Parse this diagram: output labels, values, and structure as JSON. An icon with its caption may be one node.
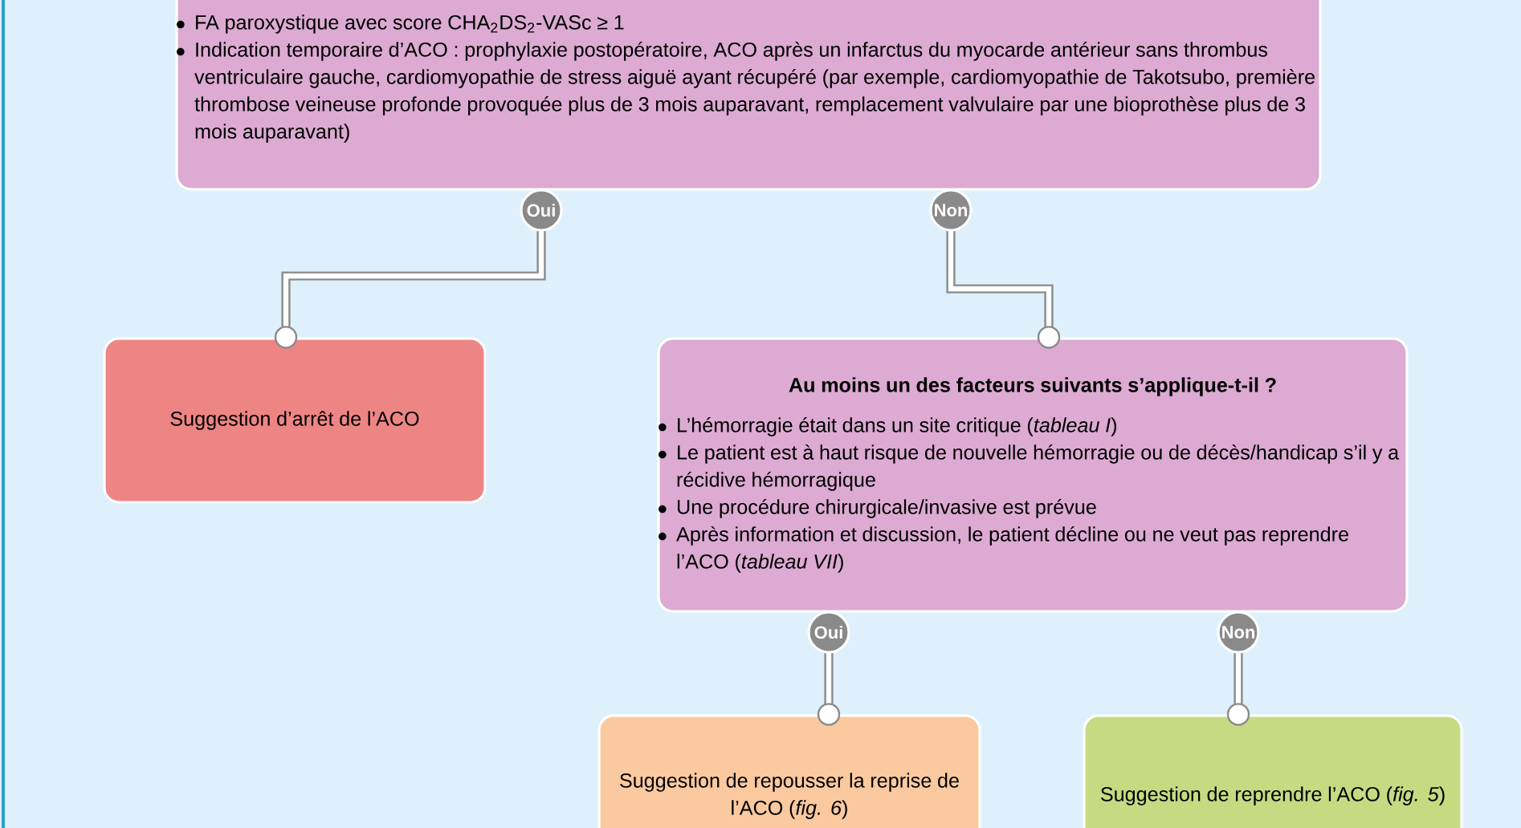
{
  "diagram": {
    "nodes": [
      {
        "text": [
          "FA paroxystique avec score CHA$_{2}$DS$_{2}$-VASc ≥ 1",
          "Indication temporaire d’ACO : prophylaxie postopératoire, ACO après un infarctus du myocarde antérieur sans thrombus ventriculaire gauche, cardiomyopathie de stress aiguë ayant récupéré (par exemple, cardiomyopathie de Takotsubo, première thrombose veineuse profonde provoquée plus de 3 mois auparavant, remplacement valvulaire par une bioprothèse plus de 3 mois auparavant)"
        ]
      },
      {
        "text": [
          "Suggestion d’arrêt de l’ACO"
        ]
      },
      {
        "text": [
          "Au moins un des facteurs suivants s’applique-t-il ?",
          "L’hémorragie était dans un site critique (*tableau I*)",
          "Le patient est à haut risque de nouvelle hémorragie ou de décès/handicap s’il y a récidive hémorragique",
          "Une procédure chirurgicale/invasive est prévue",
          "Après information et discussion, le patient décline ou ne veut pas reprendre l’ACO (*tableau VII*)"
        ]
      },
      {
        "text": [
          "Suggestion de repousser la reprise de l’ACO (*fig. 6*)"
        ]
      },
      {
        "text": [
          "Suggestion de reprendre l’ACO (*fig. 5*)"
        ]
      }
    ],
    "edges": [
      {
        "from": 0,
        "to": 1,
        "arrow": "other",
        "label": "Oui"
      },
      {
        "from": 0,
        "to": 2,
        "arrow": "other",
        "label": "Non"
      },
      {
        "from": 2,
        "to": 3,
        "arrow": "other",
        "label": "Oui"
      },
      {
        "from": 2,
        "to": 4,
        "arrow": "other",
        "label": "Non"
      }
    ]
  }
}
